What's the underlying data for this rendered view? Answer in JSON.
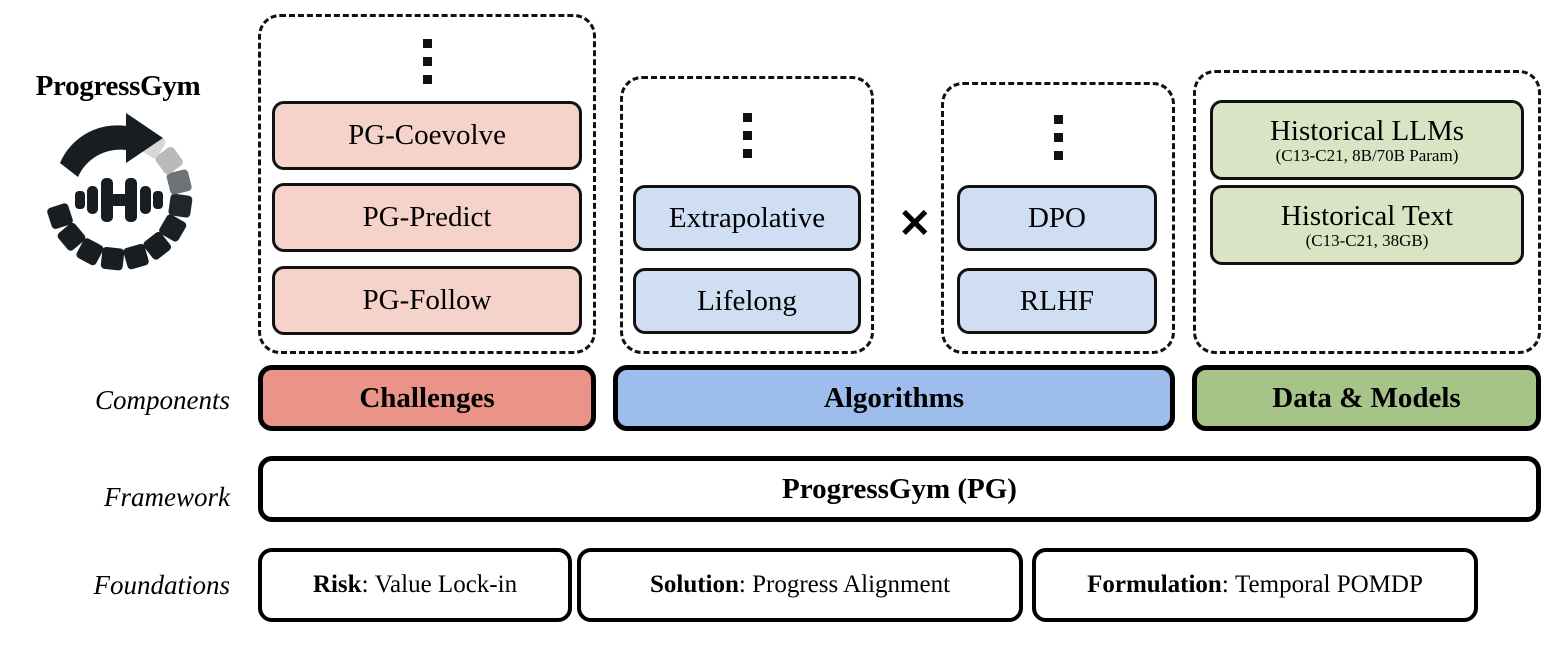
{
  "brand": {
    "title": "ProgressGym",
    "logo_icon": "progressgym-circular-arrow-dumbbell-logo"
  },
  "rail": {
    "components_label": "Components",
    "framework_label": "Framework",
    "foundations_label": "Foundations"
  },
  "ellipsis_glyph": "vertical-ellipsis",
  "operators": {
    "cross": "✕"
  },
  "colors": {
    "challenge_box": "#f5d2ca",
    "challenge_bar": "#ea9488",
    "algorithm_box": "#cfdef2",
    "algorithm_bar": "#9dbdec",
    "data_box": "#d9e4c4",
    "data_bar": "#a6c487",
    "outline": "#000000"
  },
  "challenges": {
    "bar_label": "Challenges",
    "items": [
      {
        "label": "PG-Coevolve"
      },
      {
        "label": "PG-Predict"
      },
      {
        "label": "PG-Follow"
      }
    ]
  },
  "algorithms": {
    "bar_label": "Algorithms",
    "group_left": [
      {
        "label": "Extrapolative"
      },
      {
        "label": "Lifelong"
      }
    ],
    "group_right": [
      {
        "label": "DPO"
      },
      {
        "label": "RLHF"
      }
    ]
  },
  "data_models": {
    "bar_label": "Data & Models",
    "items": [
      {
        "label": "Historical LLMs",
        "sub": "(C13-C21, 8B/70B Param)"
      },
      {
        "label": "Historical Text",
        "sub": "(C13-C21, 38GB)"
      }
    ]
  },
  "framework": {
    "label": "ProgressGym (PG)"
  },
  "foundations": {
    "items": [
      {
        "key": "Risk",
        "value": "Value Lock-in"
      },
      {
        "key": "Solution",
        "value": "Progress Alignment"
      },
      {
        "key": "Formulation",
        "value": "Temporal POMDP"
      }
    ]
  }
}
